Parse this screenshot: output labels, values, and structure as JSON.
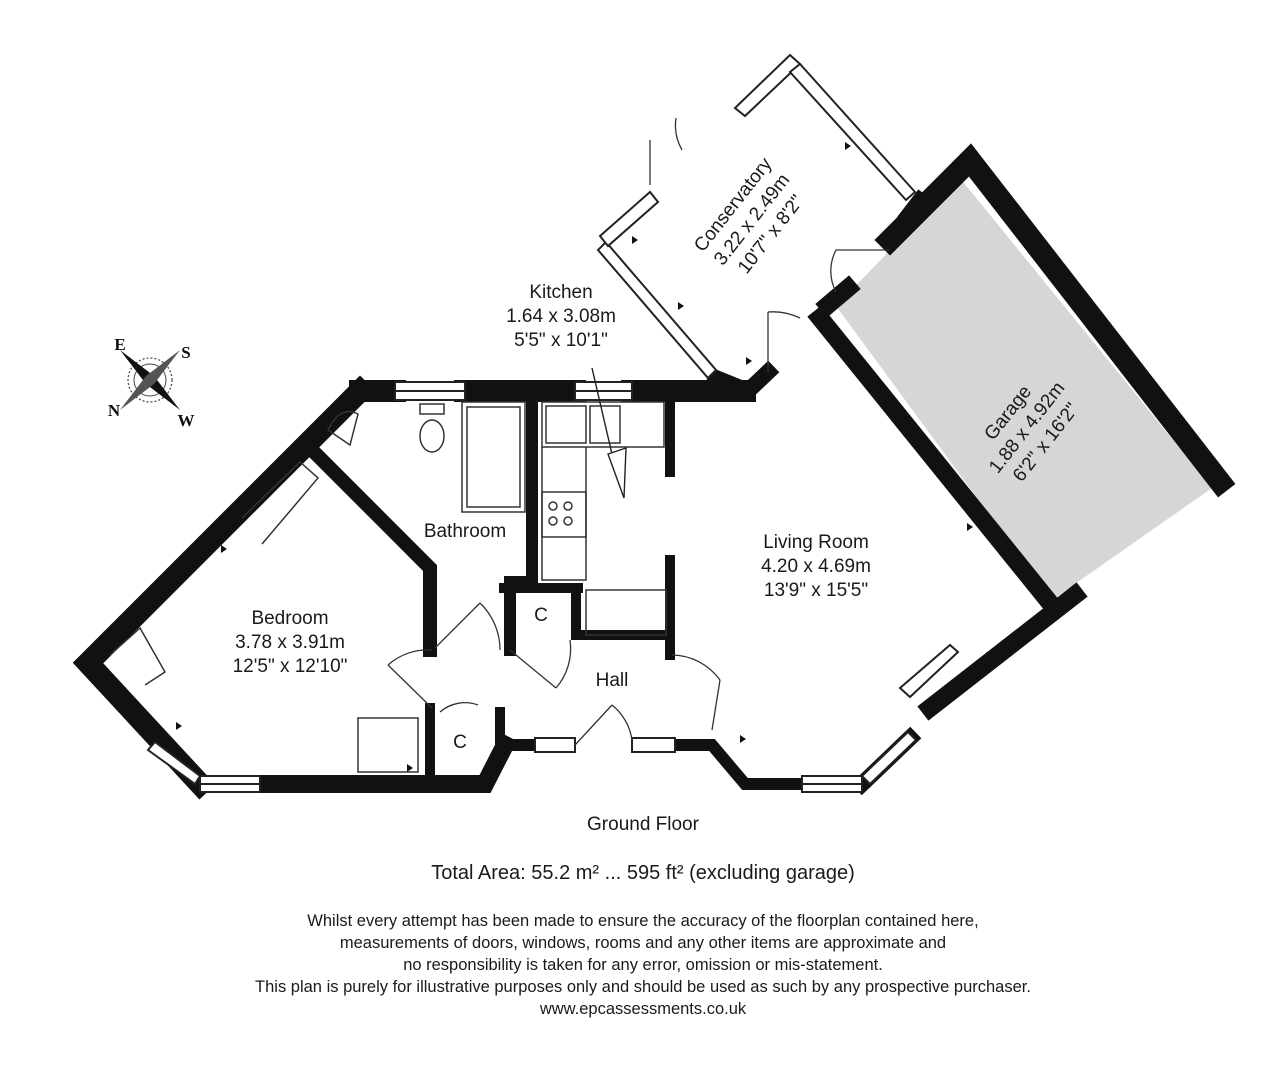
{
  "rooms": {
    "conservatory": {
      "name": "Conservatory",
      "metric": "3.22 x 2.49m",
      "imperial": "10'7\" x 8'2\""
    },
    "kitchen": {
      "name": "Kitchen",
      "metric": "1.64 x 3.08m",
      "imperial": "5'5\" x 10'1\""
    },
    "garage": {
      "name": "Garage",
      "metric": "1.88 x 4.92m",
      "imperial": "6'2\" x 16'2\""
    },
    "bathroom": {
      "name": "Bathroom"
    },
    "living_room": {
      "name": "Living Room",
      "metric": "4.20 x 4.69m",
      "imperial": "13'9\" x 15'5\""
    },
    "bedroom": {
      "name": "Bedroom",
      "metric": "3.78 x 3.91m",
      "imperial": "12'5\" x 12'10\""
    },
    "hall": {
      "name": "Hall"
    },
    "cupboard_hall": {
      "name": "C"
    },
    "cupboard_bedroom": {
      "name": "C"
    }
  },
  "compass": {
    "e": "E",
    "s": "S",
    "n": "N",
    "w": "W"
  },
  "floor_name": "Ground Floor",
  "total_area": "Total Area: 55.2 m² ... 595 ft² (excluding garage)",
  "disclaimer": [
    "Whilst every attempt has been made to ensure the accuracy of the floorplan contained here,",
    "measurements of doors, windows, rooms and any other items are approximate and",
    "no responsibility is taken for any error, omission or mis-statement.",
    "This plan is purely for illustrative purposes only and should be used as such by any prospective purchaser.",
    "www.epcassessments.co.uk"
  ],
  "colors": {
    "wall": "#111111",
    "garage_fill": "#d6d6d6",
    "line": "#333333"
  }
}
